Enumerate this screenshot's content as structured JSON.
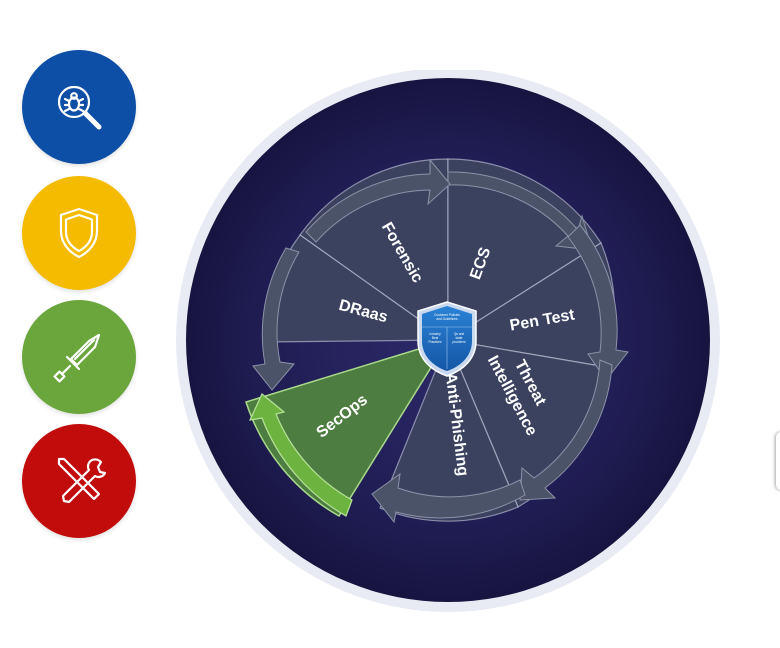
{
  "side_icons": [
    {
      "name": "bug-search-icon",
      "color": "#0d4ea6"
    },
    {
      "name": "shield-icon",
      "color": "#f4bb00"
    },
    {
      "name": "sword-icon",
      "color": "#6aa63c"
    },
    {
      "name": "tools-icon",
      "color": "#c20c0c"
    }
  ],
  "wheel": {
    "segments": {
      "forensic": "Forensic",
      "ecs": "ECS",
      "pen_test": "Pen Test",
      "threat_line1": "Threat",
      "threat_line2": "Intelligence",
      "anti_phishing": "Anti-Phishing",
      "secops": "SecOps",
      "draas": "DRaas"
    },
    "active_segment": "SecOps",
    "hub": {
      "top_line1": "Customer Policies",
      "top_line2": "and Guidelines",
      "left_line1": "Industry",
      "left_line2": "Best",
      "left_line3": "Practices",
      "right_line1": "Qs and",
      "right_line2": "state",
      "right_line3": "providers"
    },
    "colors": {
      "background": "#221f5a",
      "segment": "#3b4260",
      "active_segment": "#4d7d40",
      "active_arrow": "#6cb33f",
      "arrow": "#4b5368",
      "hub": "#1f6fc0"
    }
  }
}
